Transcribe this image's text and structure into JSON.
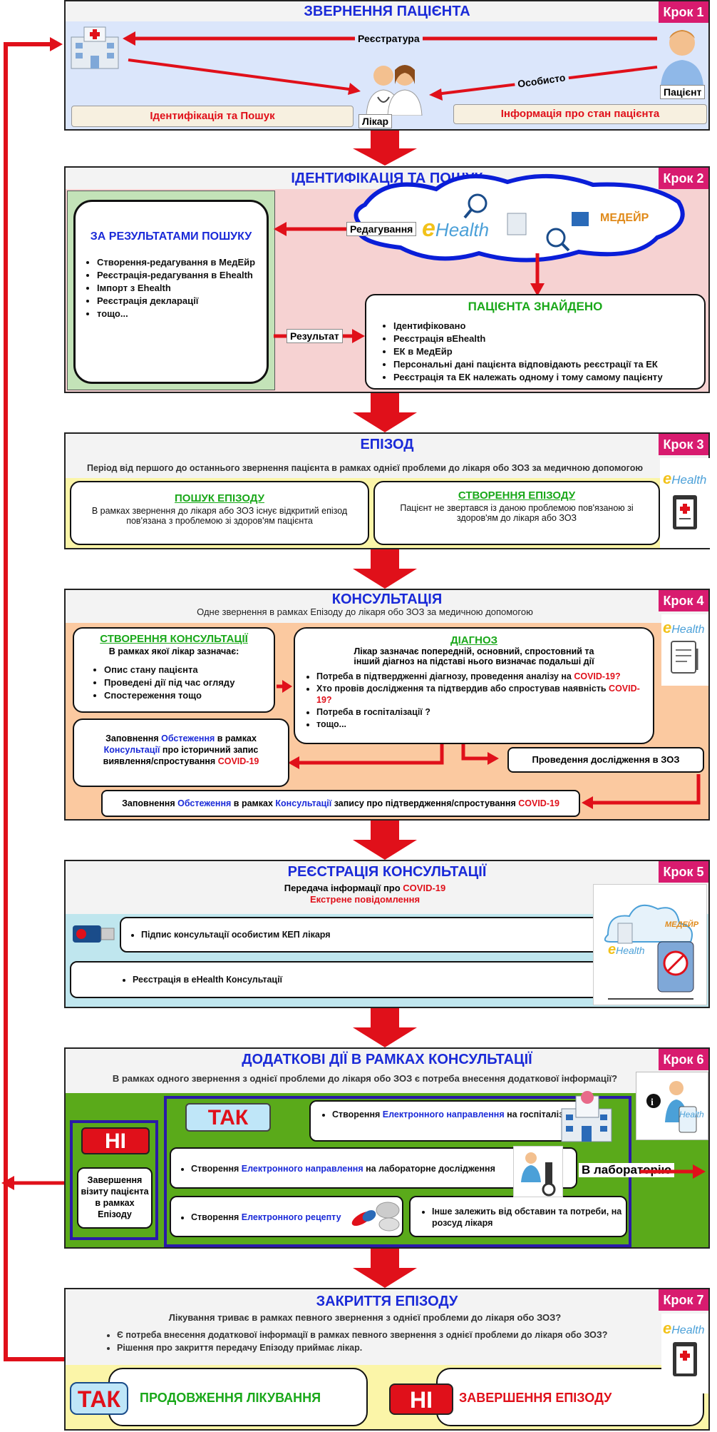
{
  "s1": {
    "title": "ЗВЕРНЕННЯ ПАЦІЄНТА",
    "step": "Крок 1",
    "registry": "Реєстратура",
    "personally": "Особисто",
    "patient": "Пацієнт",
    "doctor": "Лікар",
    "ident": "Ідентифікація та Пошук",
    "info": "Інформація про стан пацієнта"
  },
  "s2": {
    "title": "ІДЕНТИФІКАЦІЯ ТА ПОШУК",
    "step": "Крок 2",
    "edit": "Редагування",
    "result": "Результат",
    "ehealth_e": "e",
    "ehealth": "Health",
    "medair": "МЕДЕЙР",
    "left_title": "ЗА РЕЗУЛЬТАТАМИ ПОШУКУ",
    "left_items": [
      "Створення-редагування в МедЕйр",
      "Реєстрація-редагування в Ehealth",
      "Імпорт з Ehealth",
      "Реєстрація декларації",
      "тощо..."
    ],
    "found_title": "ПАЦІЄНТА ЗНАЙДЕНО",
    "found_items": [
      "Ідентифіковано",
      "Реєстрація вEhealth",
      "ЕК в МедЕйр",
      "Персональні дані пацієнта відповідають реєстрації та ЕК",
      "Реєстрація та ЕК належать одному і тому самому пацієнту"
    ]
  },
  "s3": {
    "title": "ЕПІЗОД",
    "step": "Крок 3",
    "subtitle": "Період від першого до останнього звернення пацієнта в рамках однієї проблеми до лікаря обо ЗОЗ за медичною допомогою",
    "search_title": "ПОШУК ЕПІЗОДУ",
    "search_text": "В рамках звернення до лікаря або ЗОЗ існує відкритий епізод пов'язана з проблемою зі здоров'ям пацієнта",
    "create_title": "СТВОРЕННЯ ЕПІЗОДУ",
    "create_text": "Пацієнт не звертався із даною проблемою пов'язаною зі здоров'ям до лікаря або ЗОЗ",
    "ehealth_e": "e",
    "ehealth": "Health"
  },
  "s4": {
    "title": "КОНСУЛЬТАЦІЯ",
    "step": "Крок 4",
    "subtitle": "Одне звернення в рамках Епізоду до лікаря обо ЗОЗ за медичною допомогою",
    "cc_title": "СТВОРЕННЯ КОНСУЛЬТАЦІЇ",
    "cc_sub": "В рамках якої лікар зазначає:",
    "cc_items": [
      "Опис стану пацієнта",
      "Проведені дії під час огляду",
      "Спостереження тощо"
    ],
    "dx_title": "ДІАГНОЗ",
    "dx_sub": "Лікар зазначає попередній, основний, спростовний та інший діагноз на підставі нього визначає подальші дії",
    "dx_i1": "Потреба в підтвердженні діагнозу, проведення аналізу на ",
    "covid": "COVID-19?",
    "dx_i2": "Хто провів дослідження та підтвердив або спростував наявність ",
    "dx_i3": "Потреба в госпіталізації ?",
    "dx_i4": "тощо...",
    "fill1_a": "Заповнення ",
    "obs": "Обстеження",
    "fill1_b": " в рамках ",
    "consult": "Консультації",
    "fill1_c": " про історичний запис виявлення/спростування ",
    "covid_plain": "COVID-19",
    "research": "Проведення дослідження в ЗОЗ",
    "fill2_a": "Заповнення ",
    "fill2_b": " в рамках ",
    "fill2_c": " запису про підтвердження/спростування ",
    "ehealth_e": "e",
    "ehealth": "Health"
  },
  "s5": {
    "title": "РЕЄСТРАЦІЯ КОНСУЛЬТАЦІЇ",
    "step": "Крок 5",
    "sub1": "Передача інформації про ",
    "covid": "COVID-19",
    "sub2": "Екстрене повідомлення",
    "item1": "Підпис консультації особистим КЕП лікаря",
    "item2": "Реєстрація в eHealth Консультації",
    "medair": "МЕДЕЙР",
    "ehealth_e": "e",
    "ehealth": "Health"
  },
  "s6": {
    "title": "ДОДАТКОВІ ДІЇ В РАМКАХ КОНСУЛЬТАЦІЇ",
    "step": "Крок 6",
    "subtitle": "В рамках одного звернення з однієї проблеми до лікаря обо ЗОЗ є потреба внесення додаткової інформації?",
    "no": "НІ",
    "yes": "ТАК",
    "finish": "Завершення візиту пацієнта в рамках Епізоду",
    "cr": "Створення ",
    "ref": "Електронного направлення",
    "hosp": " на госпіталізацію",
    "lab": " на лабораторне дослідження",
    "tolab": "В лабораторію",
    "presc": "Електронного рецепту",
    "other": "Інше залежить від обставин та потреби, на розсуд лікаря",
    "ehealth": "Health"
  },
  "s7": {
    "title": "ЗАКРИТТЯ ЕПІЗОДУ",
    "step": "Крок 7",
    "subtitle": "Лікування триває в рамках певного звернення з однієї проблеми до лікаря обо ЗОЗ?",
    "items": [
      "Є потреба внесення додаткової інформації в рамках певного звернення з однієї проблеми до лікаря обо ЗОЗ?",
      "Рішення про закриття передачу Епізоду приймає лікар."
    ],
    "yes": "ТАК",
    "continue": "ПРОДОВЖЕННЯ ЛІКУВАННЯ",
    "no": "НІ",
    "close": "ЗАВЕРШЕННЯ ЕПІЗОДУ",
    "ehealth_e": "e",
    "ehealth": "Health"
  },
  "colors": {
    "arrow": "#e0101a",
    "step": "#d81b6f",
    "title": "#1a2ad8"
  }
}
